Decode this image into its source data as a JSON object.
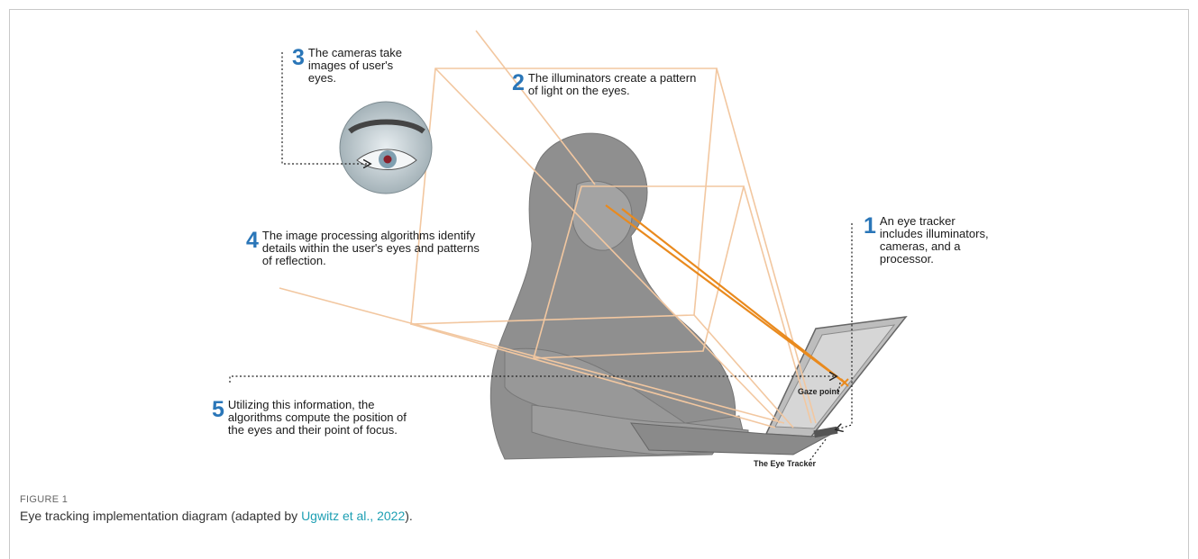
{
  "steps": [
    {
      "number": "1",
      "text": "An eye tracker includes illuminators, cameras, and a processor."
    },
    {
      "number": "2",
      "text": "The illuminators create a pattern of light on the eyes."
    },
    {
      "number": "3",
      "text": "The cameras take images of user's eyes."
    },
    {
      "number": "4",
      "text": "The image processing algorithms identify details within the user's eyes and patterns of reflection."
    },
    {
      "number": "5",
      "text": "Utilizing this information, the algorithms compute the position of the eyes and their point of focus."
    }
  ],
  "labels": {
    "gaze_point": "Gaze point",
    "eye_tracker": "The Eye Tracker"
  },
  "caption": {
    "figure_label": "FIGURE 1",
    "text_before": "Eye tracking implementation diagram (adapted by ",
    "link_text": "Ugwitz et al., 2022",
    "text_after": ")."
  },
  "colors": {
    "step_number": "#2a76b8",
    "light_lines": "#f2c7a0",
    "gaze_lines": "#e98a1e",
    "caption_link": "#1d9fb3"
  }
}
